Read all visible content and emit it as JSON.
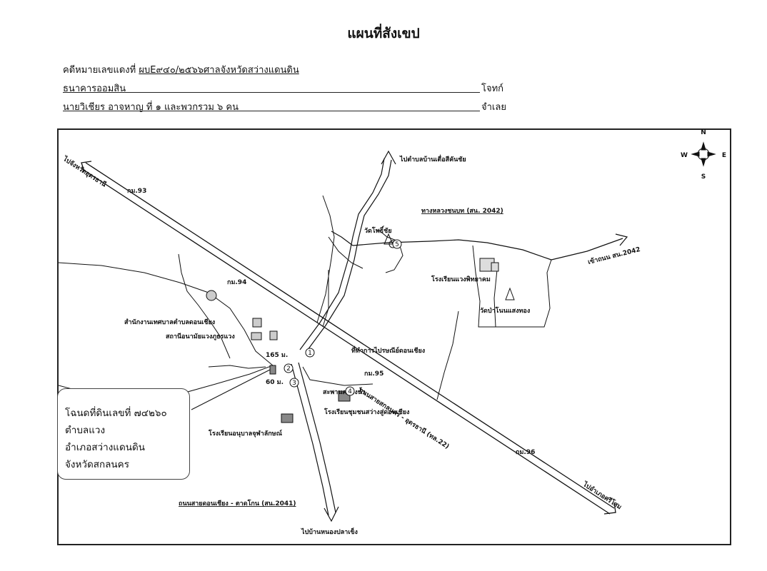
{
  "title": "แผนที่สังเขป",
  "case": {
    "label": "คดีหมายเลขแดงที่",
    "number": "ผบE๙๔๐/๒๕๖๖",
    "court": "ศาลจังหวัดสว่างแดนดิน"
  },
  "plaintiff": {
    "name": "ธนาคารออมสิน",
    "role": "โจทก์"
  },
  "defendant": {
    "name": "นายวิเชียร อาจหาญ ที่ ๑ และพวกรวม ๖ คน",
    "role": "จำเลย"
  },
  "map": {
    "compass": {
      "n": "N",
      "s": "S",
      "e": "E",
      "w": "W"
    },
    "labels": {
      "to_udon": "ไปจังหวัดอุดรธานี",
      "to_ban_tue": "ไปตำบลบ้านเตื่อสีคันชัย",
      "rural_road": "ทางหลวงชนบท (สน. 2042)",
      "wat_pho": "วัดโพธิ์ชัย",
      "to_sn2042": "เข้าถนน สน.2042",
      "school_wittayakhom": "โรงเรียนแวงพิทยาคม",
      "wat_pa": "วัดป่าโนนแสงทอง",
      "km93": "กม.93",
      "km94": "กม.94",
      "km95": "กม.95",
      "km96": "กม.96",
      "tambon_office": "สำนักงานเทศบาลตำบลดอนเชียง",
      "health_station": "สถานีอนามัยแวงภูธรแวง",
      "post_office": "ที่ทำการไปรษณีย์ดอนเชียง",
      "dist_165": "165 ม.",
      "dist_60": "60 ม.",
      "culvert": "สะพานคลองน้ำ",
      "school_community": "โรงเรียนชุมชนสว่างสู่ดอนเชียง",
      "school_kindergarten": "โรงเรียนอนุบาลจุฬาลักษณ์",
      "highway_name": "ถนนสายสกลนคร - อุดรธานี (ทล.22)",
      "to_amphoe": "ไปอำเภอศรีโสม",
      "road_2041": "ถนนสายดอนเชียง - ตาดโกน (สน.2041)",
      "to_ban_nong": "ไปบ้านหนองปลาเข็ง",
      "num1": "1",
      "num2": "2",
      "num3": "3",
      "num4": "4",
      "num5": "5"
    },
    "deed": {
      "line1": "โฉนดที่ดินเลขที่ ๗๔๒๖๐",
      "line2": "ตำบลแวง",
      "line3": "อำเภอสว่างแดนดิน",
      "line4": "จังหวัดสกลนคร"
    }
  }
}
